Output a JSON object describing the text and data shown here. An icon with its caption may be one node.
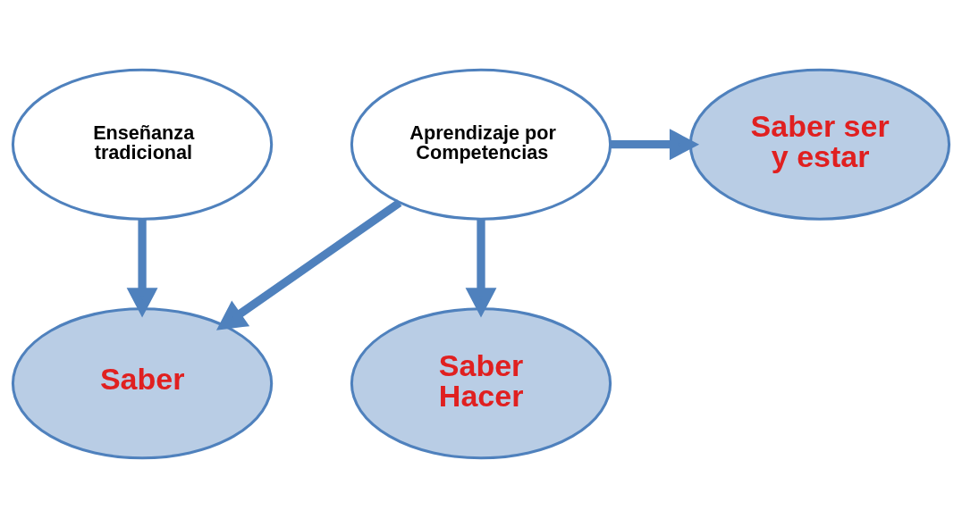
{
  "diagram": {
    "nodes": [
      {
        "text": [
          "Enseñanza tradicional"
        ]
      },
      {
        "text": [
          "Aprendizaje por Competencias"
        ]
      },
      {
        "text": [
          "Saber ser y estar"
        ]
      },
      {
        "text": [
          "Saber"
        ]
      },
      {
        "text": [
          "Saber Hacer"
        ]
      }
    ],
    "edges": [
      {
        "from": 0,
        "to": 3,
        "arrow": "to"
      },
      {
        "from": 1,
        "to": 3,
        "arrow": "to"
      },
      {
        "from": 1,
        "to": 4,
        "arrow": "to"
      },
      {
        "from": 1,
        "to": 2,
        "arrow": "to"
      }
    ]
  }
}
